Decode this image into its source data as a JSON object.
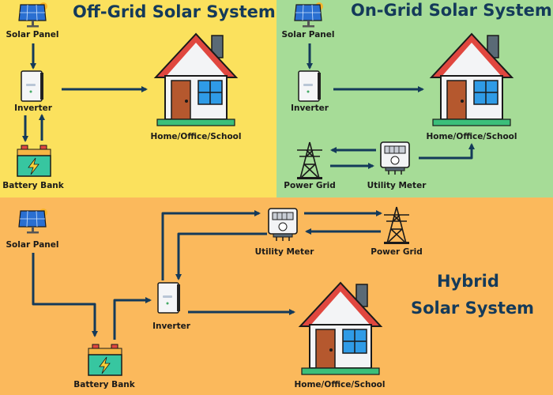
{
  "offgrid": {
    "title": "Off-Grid Solar System",
    "bg": "#fbe15d",
    "labels": {
      "solar_panel": "Solar Panel",
      "inverter": "Inverter",
      "battery_bank": "Battery Bank",
      "home": "Home/Office/School"
    }
  },
  "ongrid": {
    "title": "On-Grid Solar System",
    "bg": "#a6dc97",
    "labels": {
      "solar_panel": "Solar Panel",
      "inverter": "Inverter",
      "home": "Home/Office/School",
      "power_grid": "Power Grid",
      "utility_meter": "Utility Meter"
    }
  },
  "hybrid": {
    "title_line1": "Hybrid",
    "title_line2": "Solar System",
    "bg": "#fbb95c",
    "labels": {
      "solar_panel": "Solar Panel",
      "inverter": "Inverter",
      "battery_bank": "Battery Bank",
      "home": "Home/Office/School",
      "power_grid": "Power Grid",
      "utility_meter": "Utility Meter"
    }
  },
  "colors": {
    "arrow": "#143a5a",
    "title": "#143a5a",
    "roof": "#e0473f",
    "wall": "#f3f4f6",
    "door": "#b5582e",
    "window": "#2f9be6",
    "panel": "#2a6fd1",
    "battery": "#37c6a0"
  },
  "icons": [
    "solar-panel-icon",
    "inverter-icon",
    "battery-icon",
    "house-icon",
    "power-tower-icon",
    "utility-meter-icon"
  ]
}
